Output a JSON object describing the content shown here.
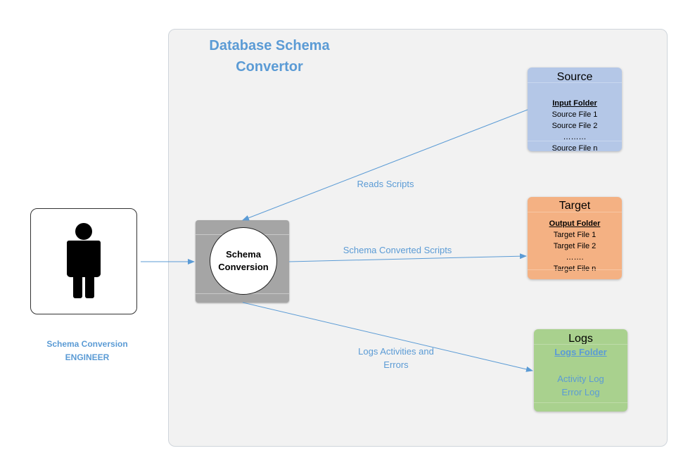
{
  "diagram": {
    "title_line1": "Database Schema",
    "title_line2": "Convertor",
    "engineer": {
      "label_line1": "Schema Conversion",
      "label_line2": "ENGINEER",
      "icon": "person-icon"
    },
    "conversion": {
      "line1": "Schema",
      "line2": "Conversion"
    },
    "source": {
      "title": "Source",
      "folder": "Input Folder",
      "items": [
        "Source File 1",
        "Source File 2",
        "………",
        "Source File n"
      ]
    },
    "target": {
      "title": "Target",
      "folder": "Output Folder",
      "items": [
        "Target File 1",
        "Target File 2",
        "…….",
        "Target File n"
      ]
    },
    "logs": {
      "title": "Logs",
      "folder": "Logs Folder",
      "items": [
        "Activity Log",
        "Error Log"
      ]
    },
    "edges": {
      "reads": "Reads Scripts",
      "converted": "Schema Converted Scripts",
      "logs_line1": "Logs Activities and",
      "logs_line2": "Errors"
    },
    "colors": {
      "accent": "#5b9bd5",
      "source": "#b4c7e7",
      "target": "#f4b183",
      "logs": "#a9d18e",
      "conversion_box": "#a5a5a5",
      "container": "#f2f2f2"
    }
  }
}
